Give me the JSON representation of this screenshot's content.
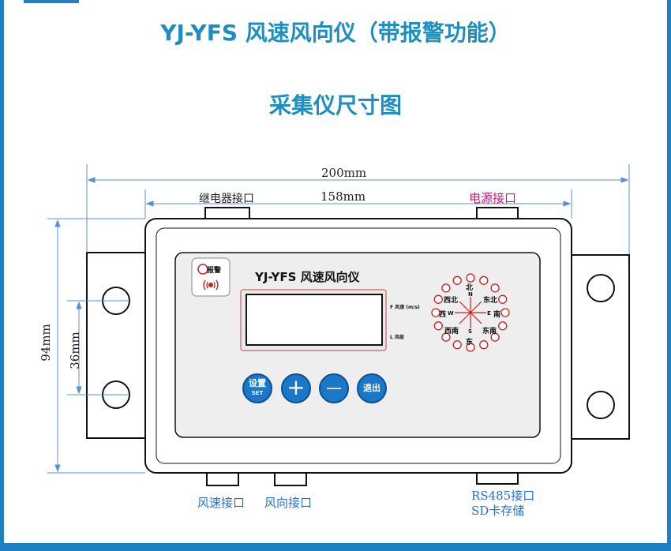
{
  "header": {
    "title": "YJ-YFS 风速风向仪（带报警功能）",
    "subtitle": "采集仪尺寸图"
  },
  "dimensions": {
    "total_width": "200mm",
    "inner_width": "158mm",
    "total_height": "94mm",
    "hole_spacing": "36mm"
  },
  "ports": {
    "relay": "继电器接口",
    "power": "电源接口",
    "wind_speed": "风速接口",
    "wind_direction": "风向接口",
    "rs485_line1": "RS485接口",
    "rs485_line2": "SD卡存储"
  },
  "panel": {
    "device_name": "YJ-YFS  风速风向仪",
    "alarm_label": "报警",
    "display_f_label": "F 风速 (m/s)",
    "display_l_label": "L 风级",
    "buttons": {
      "set_line1": "设置",
      "set_line2": "SET",
      "plus": "+",
      "minus": "—",
      "exit": "退出"
    },
    "compass": {
      "n": "北",
      "n_letter": "N",
      "s": "东",
      "s_letter": "S",
      "w": "西",
      "w_letter": "W",
      "e": "南",
      "e_letter": "E",
      "nw": "西北",
      "ne": "东北",
      "sw": "西南",
      "se": "东南"
    }
  },
  "colors": {
    "accent": "#1c8ec0",
    "frame": "#1e7fc3",
    "button": "#1b77c8",
    "dimension_line": "#5b8fd6",
    "power_label": "#d0187a"
  }
}
